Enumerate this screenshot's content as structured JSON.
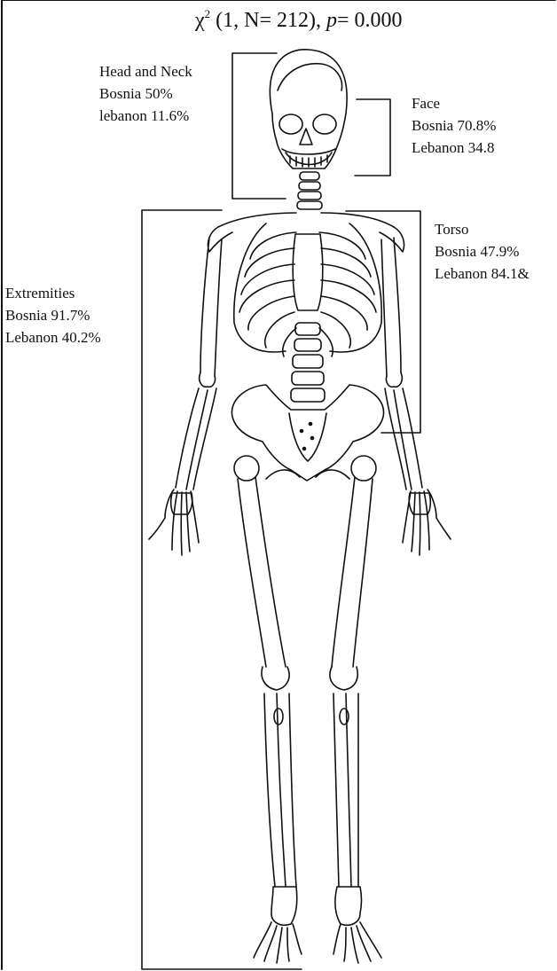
{
  "title": {
    "chi": "χ",
    "sup": "2",
    "stat": " (1, N= 212), ",
    "p": "p",
    "pval": "= 0.000"
  },
  "labels": {
    "head_neck": {
      "name": "Head and Neck",
      "bosnia": "Bosnia 50%",
      "lebanon": "lebanon 11.6%"
    },
    "face": {
      "name": "Face",
      "bosnia": "Bosnia 70.8%",
      "lebanon": "Lebanon 34.8"
    },
    "torso": {
      "name": "Torso",
      "bosnia": "Bosnia 47.9%",
      "lebanon": "Lebanon 84.1&"
    },
    "extremities": {
      "name": "Extremities",
      "bosnia": "Bosnia 91.7%",
      "lebanon": "Lebanon 40.2%"
    }
  }
}
